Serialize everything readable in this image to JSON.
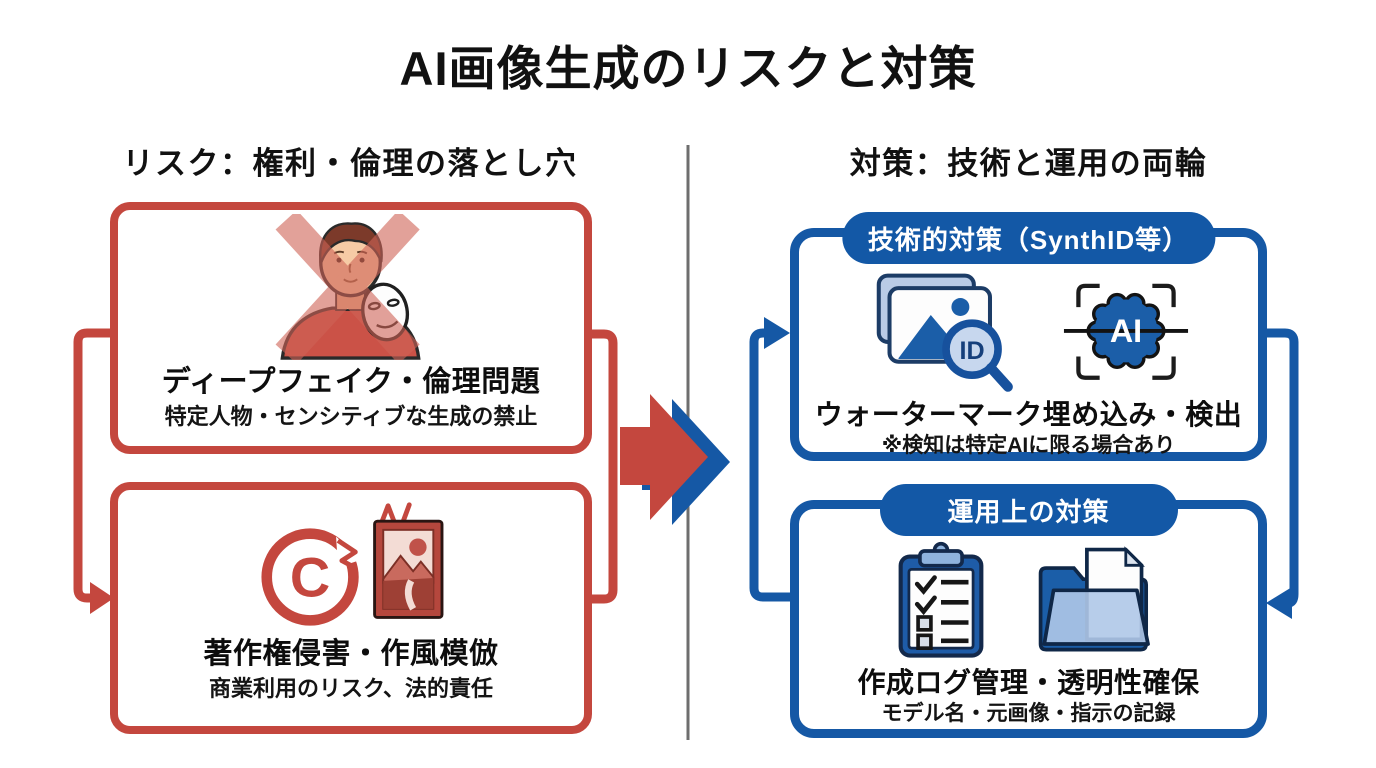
{
  "title": "AI画像生成のリスクと対策",
  "left_section": {
    "heading": "リスク：権利・倫理の落とし穴",
    "box1": {
      "title": "ディープフェイク・倫理問題",
      "subtitle": "特定人物・センシティブな生成の禁止"
    },
    "box2": {
      "title": "著作権侵害・作風模倣",
      "subtitle": "商業利用のリスク、法的責任"
    }
  },
  "right_section": {
    "heading": "対策：技術と運用の両輪",
    "box1": {
      "badge": "技術的対策（SynthID等）",
      "title": "ウォーターマーク埋め込み・検出",
      "note": "※検知は特定AIに限る場合あり"
    },
    "box2": {
      "badge": "運用上の対策",
      "title": "作成ログ管理・透明性確保",
      "note": "モデル名・元画像・指示の記録"
    }
  },
  "icon_text": {
    "id_lens": "ID",
    "ai_seal": "AI",
    "copyright_c": "C"
  },
  "colors": {
    "risk_red": "#C4473E",
    "measure_blue": "#1558A5",
    "badge_blue": "#1358A6",
    "icon_blue": "#1B5EA8",
    "light_blue_fill": "#B9CBE6",
    "divider_gray": "#6E6E6E",
    "text_black": "#111111",
    "background": "#FFFFFF"
  }
}
